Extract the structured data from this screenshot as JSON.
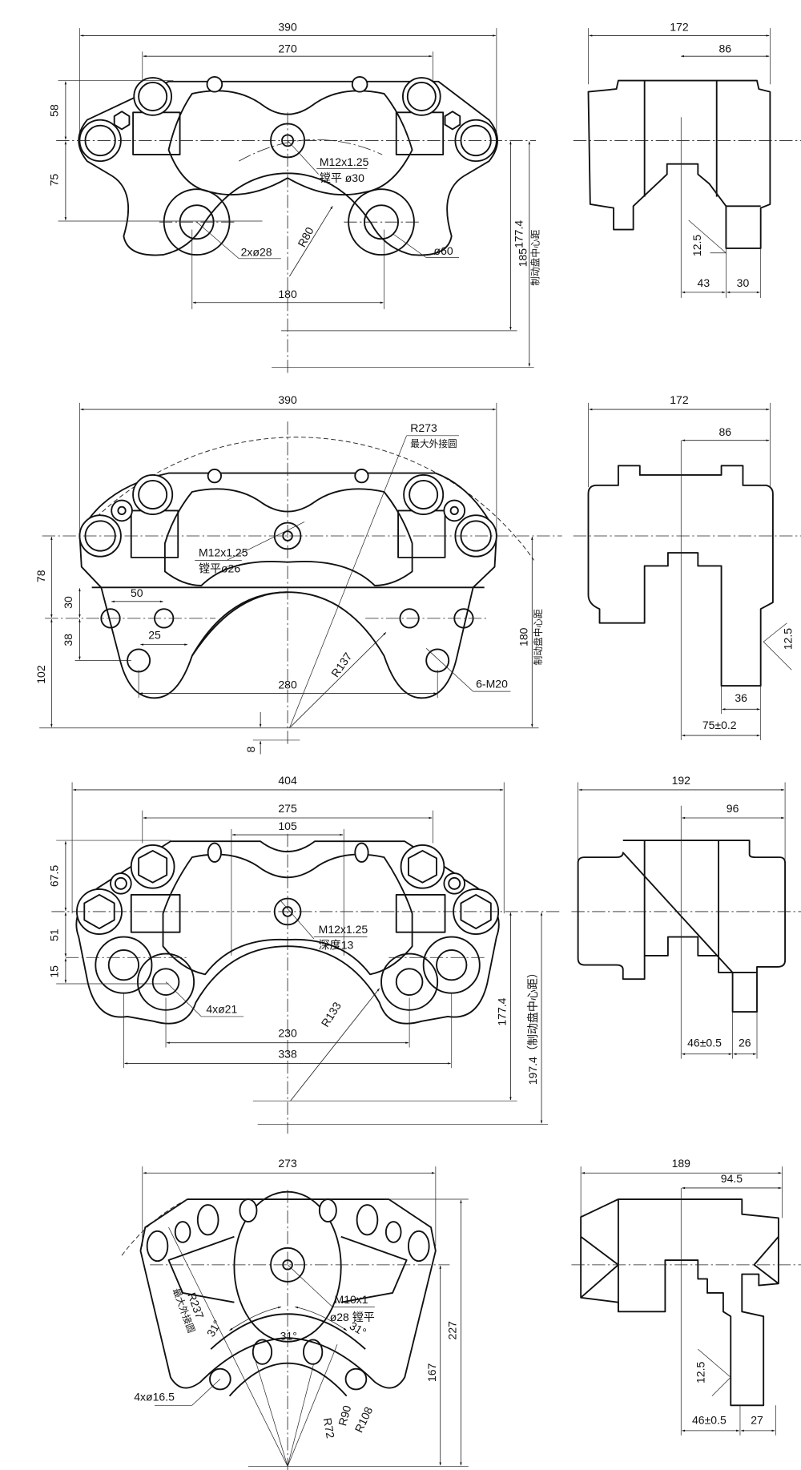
{
  "colors": {
    "line": "#111111",
    "background": "#ffffff"
  },
  "view1": {
    "front": {
      "width_total": "390",
      "bolt_span": "270",
      "upper_height": "58",
      "lower_height": "75",
      "thread": "M12x1.25",
      "spotface": "镗平 ø30",
      "mount_holes": "2xø28",
      "boss": "ø60",
      "radius": "R80",
      "mount_span": "180",
      "disc_center_a": "177.4",
      "disc_center_b": "185",
      "disc_center_label": "制动盘中心距"
    },
    "side": {
      "width_total": "172",
      "half_width": "86",
      "roughness": "12.5",
      "dim_a": "43",
      "dim_b": "30"
    }
  },
  "view2": {
    "front": {
      "width_total": "390",
      "max_radius": "R273",
      "max_radius_label": "最大外接圆",
      "thread": "M12x1.25",
      "spotface": "镗平ø26",
      "dim_78": "78",
      "dim_30": "30",
      "dim_38": "38",
      "dim_102": "102",
      "hole_pitch": "50",
      "hole_offset": "25",
      "mount_span": "280",
      "radius": "R137",
      "mount_holes": "6-M20",
      "disc_center": "180",
      "disc_center_label": "制动盘中心距",
      "offset": "8"
    },
    "side": {
      "width_total": "172",
      "half_width": "86",
      "roughness": "12.5",
      "dim_a": "36",
      "dim_b": "75±0.2"
    }
  },
  "view3": {
    "front": {
      "width_total": "404",
      "bolt_span": "275",
      "top_span": "105",
      "dim_675": "67.5",
      "dim_51": "51",
      "dim_15": "15",
      "thread": "M12x1.25",
      "depth": "深度13",
      "mount_holes": "4xø21",
      "inner_span": "230",
      "outer_span": "338",
      "radius": "R133",
      "disc_center_a": "177.4",
      "disc_center_b": "197.4（制动盘中心距）"
    },
    "side": {
      "width_total": "192",
      "half_width": "96",
      "dim_a": "46±0.5",
      "dim_b": "26"
    }
  },
  "view4": {
    "front": {
      "width_total": "273",
      "max_radius": "R237",
      "max_radius_label": "最大外接圆",
      "angle_center": "31°",
      "angle_left": "31°",
      "angle_right": "31°",
      "thread": "M10x1",
      "spotface": "ø28 镗平",
      "mount_holes": "4xø16.5",
      "r72": "R72",
      "r90": "R90",
      "r108": "R108",
      "height_total": "227",
      "height_center": "167"
    },
    "side": {
      "width_total": "189",
      "half_width": "94.5",
      "roughness": "12.5",
      "dim_a": "46±0.5",
      "dim_b": "27"
    }
  }
}
